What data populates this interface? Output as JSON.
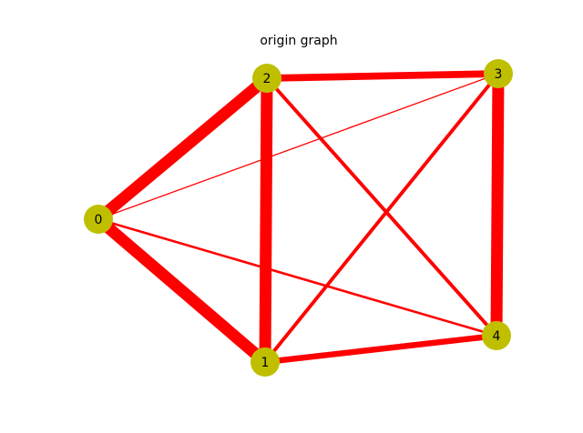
{
  "figure": {
    "title": "origin graph"
  },
  "graph": {
    "node_color": "#bfbf00",
    "edge_color": "#ff0000",
    "nodes": [
      {
        "id": 0,
        "label": "0"
      },
      {
        "id": 1,
        "label": "1"
      },
      {
        "id": 2,
        "label": "2"
      },
      {
        "id": 3,
        "label": "3"
      },
      {
        "id": 4,
        "label": "4"
      }
    ],
    "edges": [
      {
        "source": 0,
        "target": 1,
        "weight": 10
      },
      {
        "source": 0,
        "target": 2,
        "weight": 10
      },
      {
        "source": 0,
        "target": 3,
        "weight": 1
      },
      {
        "source": 0,
        "target": 4,
        "weight": 2
      },
      {
        "source": 1,
        "target": 2,
        "weight": 10
      },
      {
        "source": 1,
        "target": 3,
        "weight": 3
      },
      {
        "source": 1,
        "target": 4,
        "weight": 5
      },
      {
        "source": 2,
        "target": 3,
        "weight": 6
      },
      {
        "source": 2,
        "target": 4,
        "weight": 3
      },
      {
        "source": 3,
        "target": 4,
        "weight": 10
      }
    ]
  }
}
